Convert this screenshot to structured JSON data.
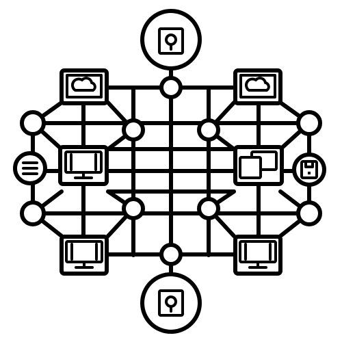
{
  "diagram": {
    "title": "",
    "colors": {
      "stroke": "#000000",
      "background": "#ffffff"
    },
    "nodes": [
      {
        "id": "top-storage",
        "kind": "storage-device",
        "icon": "hard-drive-icon"
      },
      {
        "id": "bottom-storage",
        "kind": "storage-device",
        "icon": "hard-drive-icon"
      },
      {
        "id": "left-endpoint",
        "kind": "menu",
        "icon": "list-icon"
      },
      {
        "id": "right-endpoint",
        "kind": "save",
        "icon": "floppy-disk-icon"
      },
      {
        "id": "cloud-left",
        "kind": "cloud-display",
        "icon": "cloud-monitor-icon"
      },
      {
        "id": "cloud-right",
        "kind": "cloud-display",
        "icon": "cloud-monitor-icon"
      },
      {
        "id": "monitor-mid-left",
        "kind": "monitor",
        "icon": "monitor-icon"
      },
      {
        "id": "devices-mid-right",
        "kind": "multi-device",
        "icon": "devices-icon"
      },
      {
        "id": "monitor-bottom-left",
        "kind": "monitor",
        "icon": "monitor-icon"
      },
      {
        "id": "monitor-bottom-right",
        "kind": "monitor",
        "icon": "monitor-icon"
      }
    ]
  }
}
